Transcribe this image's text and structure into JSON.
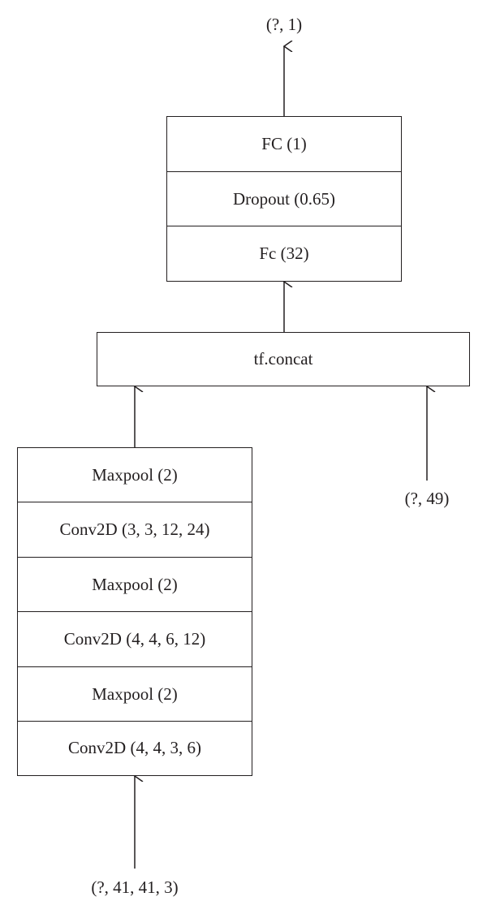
{
  "output_shape": "(?, 1)",
  "head_layers": [
    "FC (1)",
    "Dropout (0.65)",
    "Fc (32)"
  ],
  "concat_label": "tf.concat",
  "side_input_shape": "(?, 49)",
  "conv_layers": [
    "Maxpool (2)",
    "Conv2D (3, 3, 12, 24)",
    "Maxpool (2)",
    "Conv2D (4, 4, 6, 12)",
    "Maxpool (2)",
    "Conv2D (4, 4, 3, 6)"
  ],
  "image_input_shape": "(?, 41, 41, 3)"
}
